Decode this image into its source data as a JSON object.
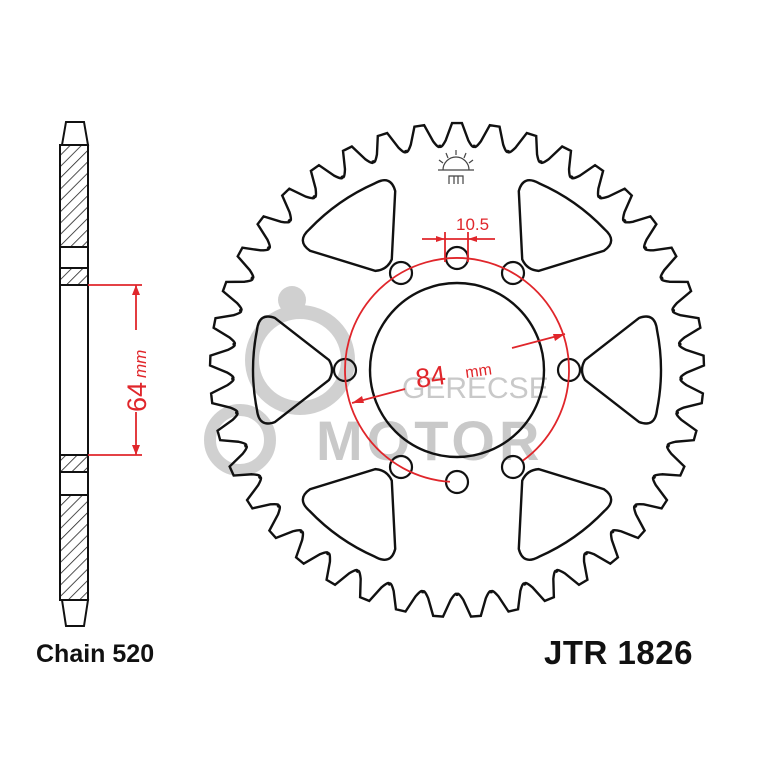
{
  "labels": {
    "chain": "Chain 520",
    "part_number": "JTR 1826"
  },
  "dimensions": {
    "hub_width": "64",
    "hub_width_unit": "mm",
    "bolt_circle": "84",
    "bolt_circle_unit": "mm",
    "bolt_hole": "10.5"
  },
  "watermark": {
    "line1": "GERECSE",
    "line2": "MOTOR"
  },
  "colors": {
    "outline": "#111111",
    "dimension": "#e0262b",
    "watermark": "#9a9a9a"
  }
}
